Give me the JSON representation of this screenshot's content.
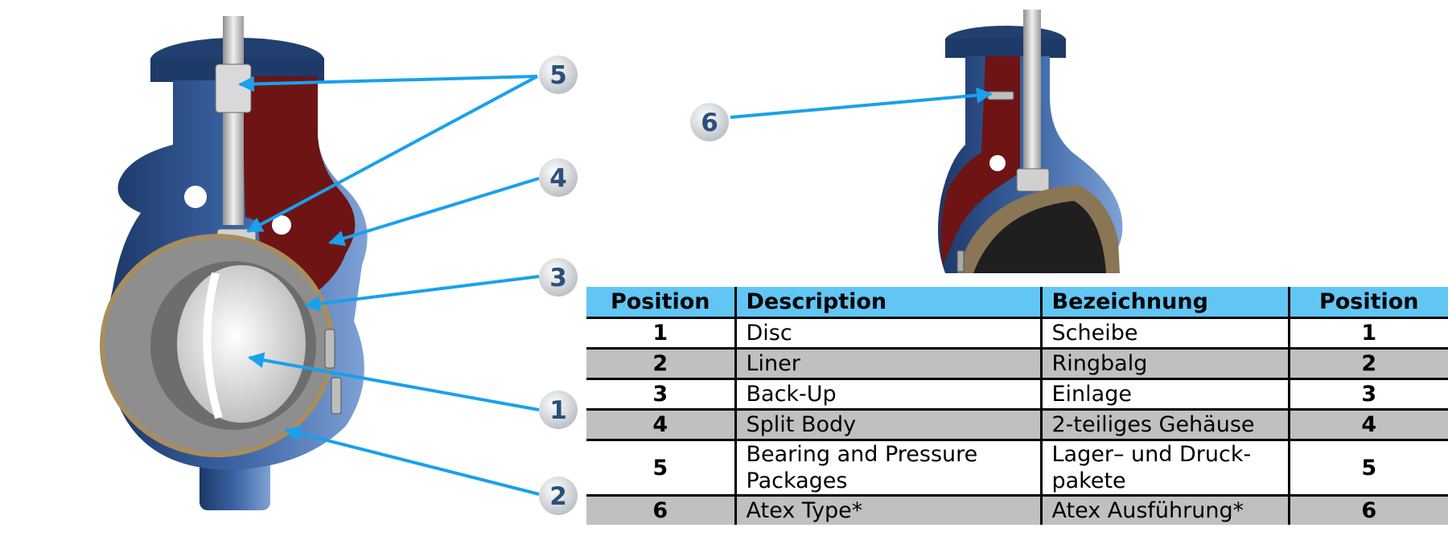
{
  "callouts": [
    "5",
    "4",
    "3",
    "1",
    "2",
    "6"
  ],
  "table": {
    "headers": [
      "Position",
      "Description",
      "Bezeichnung",
      "Position"
    ],
    "rows": [
      {
        "pos": "1",
        "description": "Disc",
        "bezeichnung": "Scheibe"
      },
      {
        "pos": "2",
        "description": "Liner",
        "bezeichnung": "Ringbalg"
      },
      {
        "pos": "3",
        "description": "Back-Up",
        "bezeichnung": "Einlage"
      },
      {
        "pos": "4",
        "description": "Split Body",
        "bezeichnung": "2-teiliges Gehäuse"
      },
      {
        "pos": "5",
        "description": "Bearing and Pressure Packages",
        "bezeichnung": "Lager– und Druck-pakete"
      },
      {
        "pos": "6",
        "description": "Atex Type*",
        "bezeichnung": "Atex Ausführung*"
      }
    ]
  },
  "colors": {
    "arrow": "#1aa0ec",
    "header": "#62c6f5",
    "zebra": "#c0c0c0",
    "body_blue": "#2a4f88",
    "liner_red": "#6e1414",
    "liner_gray": "#8e8e8e"
  }
}
